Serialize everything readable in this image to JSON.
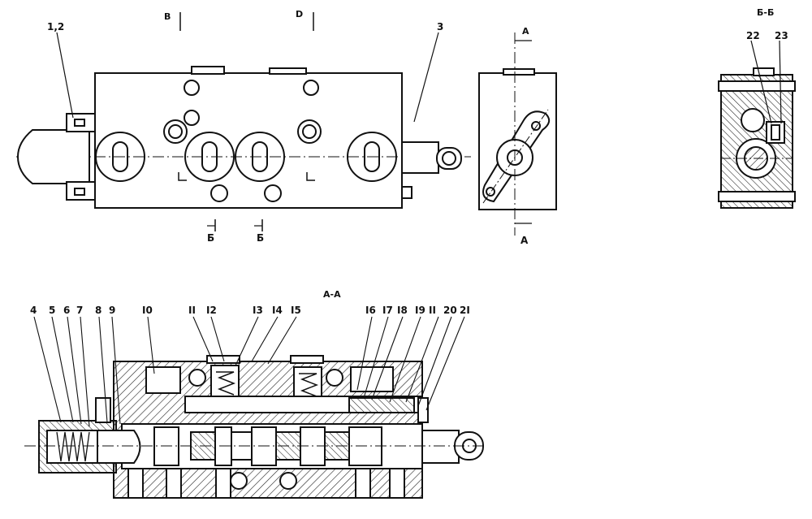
{
  "top_view": {
    "callout_left": "1,2",
    "callout_right": "3",
    "section_mark_1": "B",
    "section_mark_2": "D",
    "cut_label_left": "Б",
    "cut_label_right": "Б"
  },
  "side_view": {
    "cut_top": "A",
    "cut_bottom": "A"
  },
  "section_bb": {
    "title": "Б-Б",
    "part_22": "22",
    "part_23": "23"
  },
  "section_aa": {
    "title": "А-А",
    "parts": [
      "4",
      "5",
      "6",
      "7",
      "8",
      "9",
      "I0",
      "II",
      "I2",
      "I3",
      "I4",
      "I5",
      "I6",
      "I7",
      "I8",
      "I9",
      "II",
      "20",
      "2I"
    ]
  }
}
